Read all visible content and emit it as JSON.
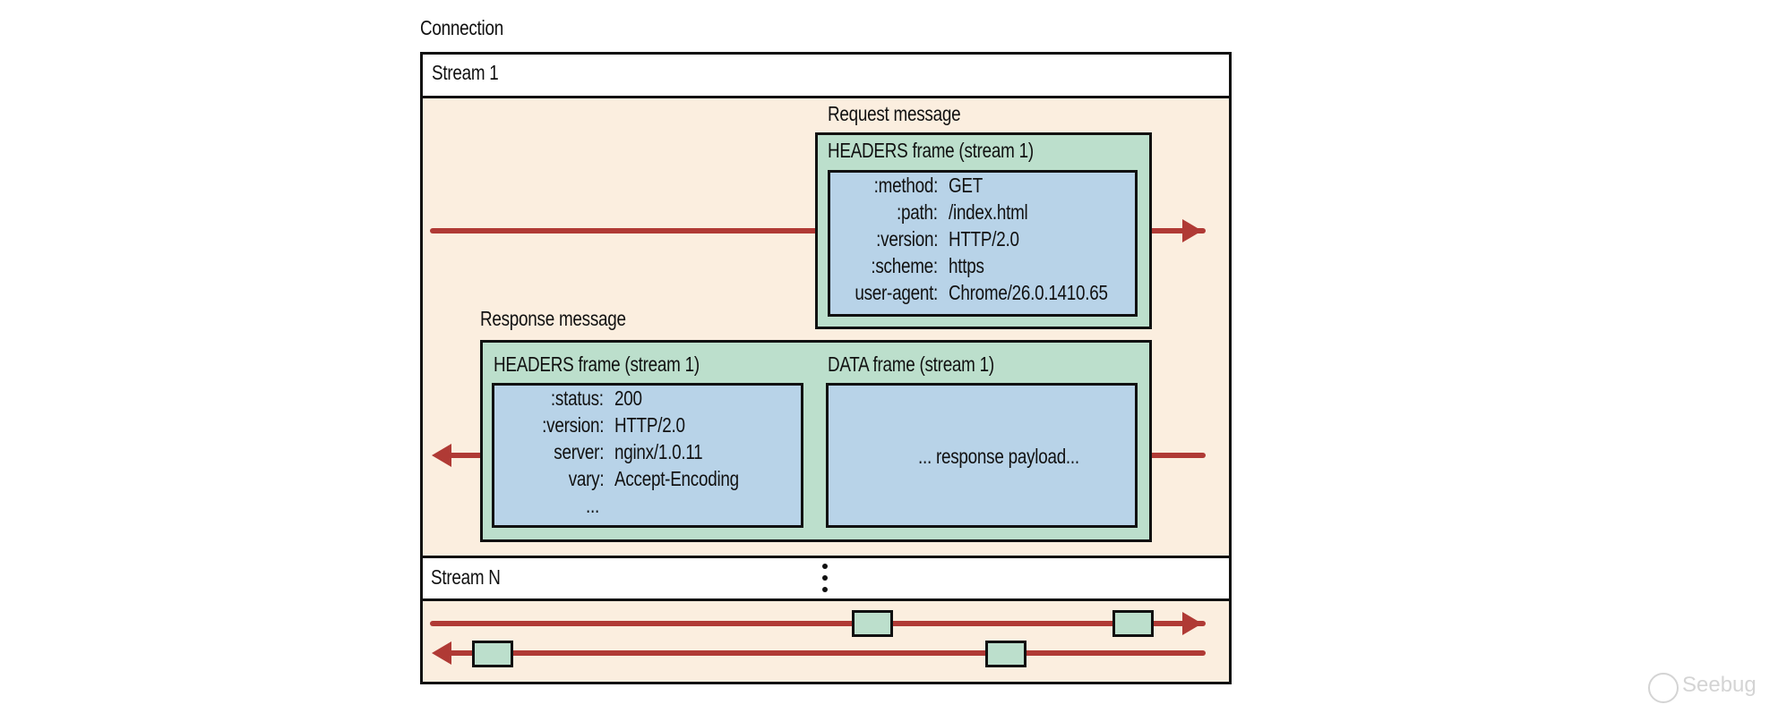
{
  "title": "Connection",
  "streams": {
    "stream1": {
      "label": "Stream 1",
      "request": {
        "label": "Request message",
        "headers_frame": {
          "title": "HEADERS frame (stream 1)",
          "fields": [
            {
              "key": ":method:",
              "value": "GET"
            },
            {
              "key": ":path:",
              "value": "/index.html"
            },
            {
              "key": ":version:",
              "value": "HTTP/2.0"
            },
            {
              "key": ":scheme:",
              "value": "https"
            },
            {
              "key": "user-agent:",
              "value": "Chrome/26.0.1410.65"
            }
          ]
        },
        "direction": "right"
      },
      "response": {
        "label": "Response message",
        "headers_frame": {
          "title": "HEADERS frame (stream 1)",
          "fields": [
            {
              "key": ":status:",
              "value": "200"
            },
            {
              "key": ":version:",
              "value": "HTTP/2.0"
            },
            {
              "key": "server:",
              "value": "nginx/1.0.11"
            },
            {
              "key": "vary:",
              "value": "Accept-Encoding"
            },
            {
              "key": "",
              "value": "..."
            }
          ]
        },
        "data_frame": {
          "title": "DATA frame (stream 1)",
          "payload": "... response payload..."
        },
        "direction": "left"
      }
    },
    "streamN": {
      "label": "Stream N",
      "ellipsis": "vertical-ellipsis",
      "outbound_frames": 2,
      "inbound_frames": 2
    }
  },
  "colors": {
    "connection_bg": "#fbeedf",
    "frame_bg": "#bcdfcc",
    "header_block_bg": "#b8d3e8",
    "arrow": "#b03a35",
    "border": "#111111"
  },
  "watermark": "Seebug"
}
